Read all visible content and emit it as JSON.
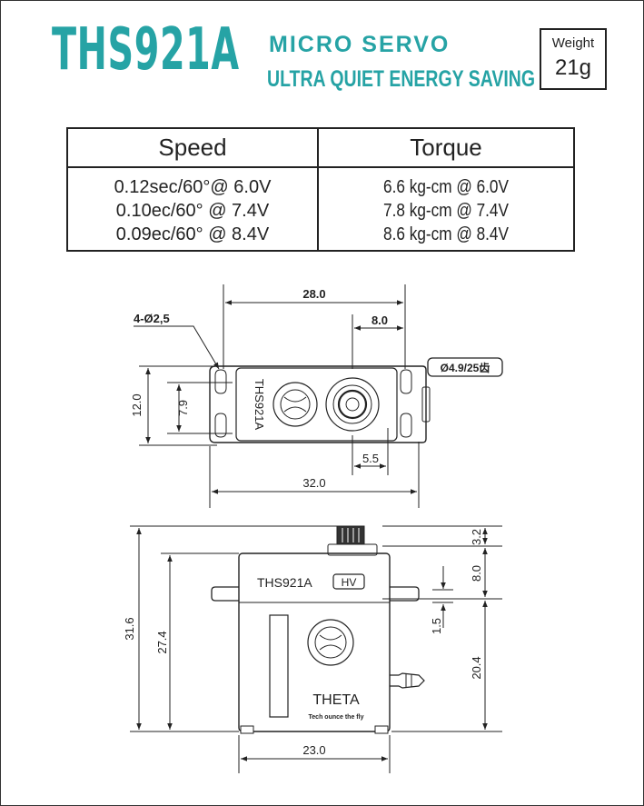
{
  "header": {
    "model": "THS921A",
    "subtitle_line1": "MICRO  SERVO",
    "subtitle_line2": "ULTRA QUIET   ENERGY SAVING",
    "weight_label": "Weight",
    "weight_value": "21g"
  },
  "specs": {
    "speed_header": "Speed",
    "torque_header": "Torque",
    "speed": [
      "0.12sec/60°@ 6.0V",
      "0.10ec/60° @ 7.4V",
      "0.09ec/60° @ 8.4V"
    ],
    "torque": [
      "6.6 kg-cm  @ 6.0V",
      "7.8 kg-cm @ 7.4V",
      "8.6 kg-cm @ 8.4V"
    ]
  },
  "top_view": {
    "dim_top_outer": "28.0",
    "dim_top_inner": "8.0",
    "dim_holes": "4-Ø2,5",
    "dim_spline": "Ø4.9/25齿",
    "dim_height_outer": "12.0",
    "dim_height_inner": "7.9",
    "dim_shaft_offset": "5.5",
    "dim_bottom": "32.0",
    "case_text": "THS921A"
  },
  "side_view": {
    "dim_total_height": "31.6",
    "dim_body_height": "27.4",
    "dim_shaft": "3.2",
    "dim_top_section": "8.0",
    "dim_mount_thickness": "1.5",
    "dim_lower_section": "20.4",
    "dim_width": "23.0",
    "label_model": "THS921A",
    "label_hv": "HV",
    "label_brand": "THETA",
    "label_slogan": "Tech ounce the fly"
  },
  "colors": {
    "brand_teal": "#26a3a5",
    "ink": "#222222"
  }
}
